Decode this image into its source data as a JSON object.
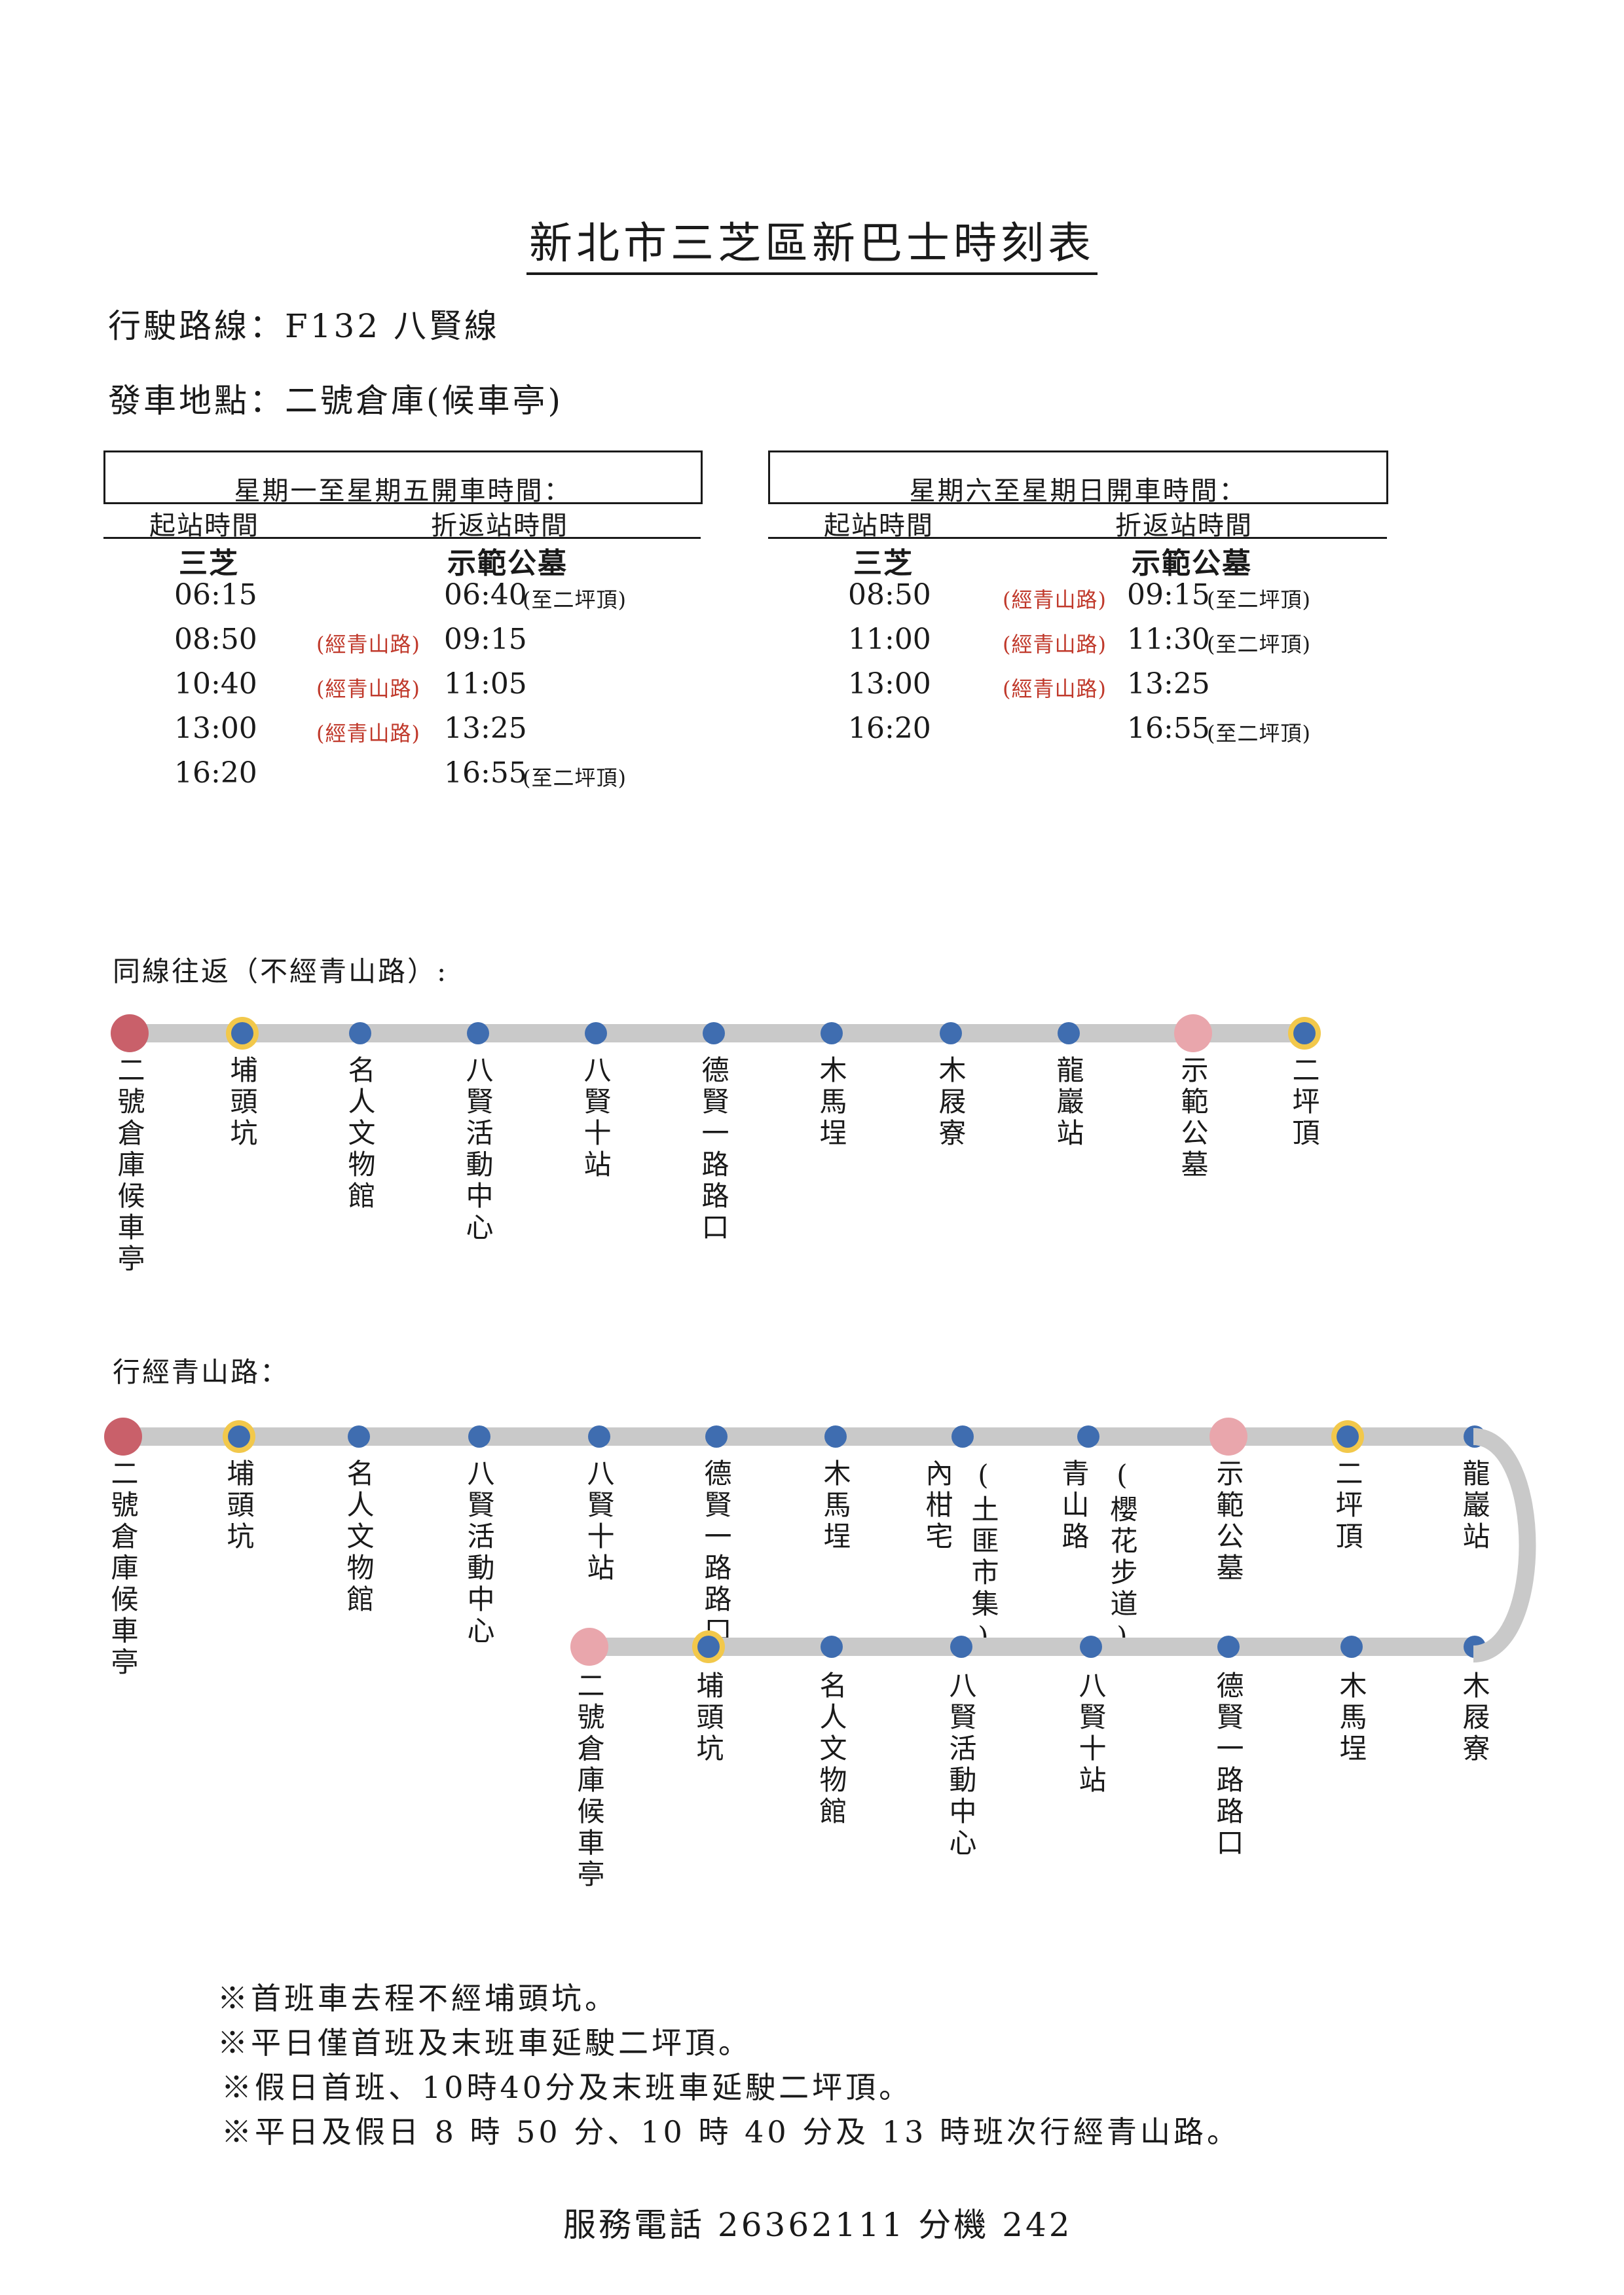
{
  "title": "新北市三芝區新巴士時刻表",
  "route": "行駛路線：F132 八賢線",
  "origin": "發車地點：二號倉庫(候車亭)",
  "weekday": {
    "header": "星期一至星期五開車時間：",
    "col_start": "起站時間",
    "col_turn": "折返站時間",
    "start_stop": "三芝",
    "turn_stop": "示範公墓",
    "rows": [
      {
        "depart": "06:15",
        "via": "",
        "turn": "06:40",
        "note": "(至二坪頂)"
      },
      {
        "depart": "08:50",
        "via": "(經青山路)",
        "turn": "09:15",
        "note": ""
      },
      {
        "depart": "10:40",
        "via": "(經青山路)",
        "turn": "11:05",
        "note": ""
      },
      {
        "depart": "13:00",
        "via": "(經青山路)",
        "turn": "13:25",
        "note": ""
      },
      {
        "depart": "16:20",
        "via": "",
        "turn": "16:55",
        "note": "(至二坪頂)"
      }
    ]
  },
  "weekend": {
    "header": "星期六至星期日開車時間：",
    "col_start": "起站時間",
    "col_turn": "折返站時間",
    "start_stop": "三芝",
    "turn_stop": "示範公墓",
    "rows": [
      {
        "depart": "08:50",
        "via": "(經青山路)",
        "turn": "09:15",
        "note": "(至二坪頂)"
      },
      {
        "depart": "11:00",
        "via": "(經青山路)",
        "turn": "11:30",
        "note": "(至二坪頂)"
      },
      {
        "depart": "13:00",
        "via": "(經青山路)",
        "turn": "13:25",
        "note": ""
      },
      {
        "depart": "16:20",
        "via": "",
        "turn": "16:55",
        "note": "(至二坪頂)"
      }
    ]
  },
  "route1": {
    "label": "同線往返（不經青山路）:",
    "stops": [
      "二號倉庫候車亭",
      "埔頭坑",
      "名人文物館",
      "八賢活動中心",
      "八賢十站",
      "德賢一路路口",
      "木馬埕",
      "木屐寮",
      "龍巖站",
      "示範公墓",
      "二坪頂"
    ]
  },
  "route2": {
    "label": "行經青山路：",
    "top_stops": [
      "二號倉庫候車亭",
      "埔頭坑",
      "名人文物館",
      "八賢活動中心",
      "八賢十站",
      "德賢一路路口",
      "木馬埕",
      "內柑宅",
      "(土匪市集)",
      "青山路",
      "(櫻花步道)",
      "示範公墓",
      "二坪頂",
      "龍巖站"
    ],
    "bottom_stops": [
      "二號倉庫候車亭",
      "埔頭坑",
      "名人文物館",
      "八賢活動中心",
      "八賢十站",
      "德賢一路路口",
      "木馬埕",
      "木屐寮"
    ]
  },
  "notes": [
    "※首班車去程不經埔頭坑。",
    "※平日僅首班及末班車延駛二坪頂。",
    "※假日首班、10時40分及末班車延駛二坪頂。",
    "※平日及假日 8 時 50 分、10 時 40 分及 13 時班次行經青山路。"
  ],
  "phone": "服務電話 26362111 分機 242",
  "colors": {
    "stop_blue": "#3f6db0",
    "terminal_red": "#c9606a",
    "turn_pink": "#e9a6ac",
    "ring_yellow": "#f2c84b",
    "line_gray": "#c9c9c9",
    "note_red": "#c0392b"
  }
}
